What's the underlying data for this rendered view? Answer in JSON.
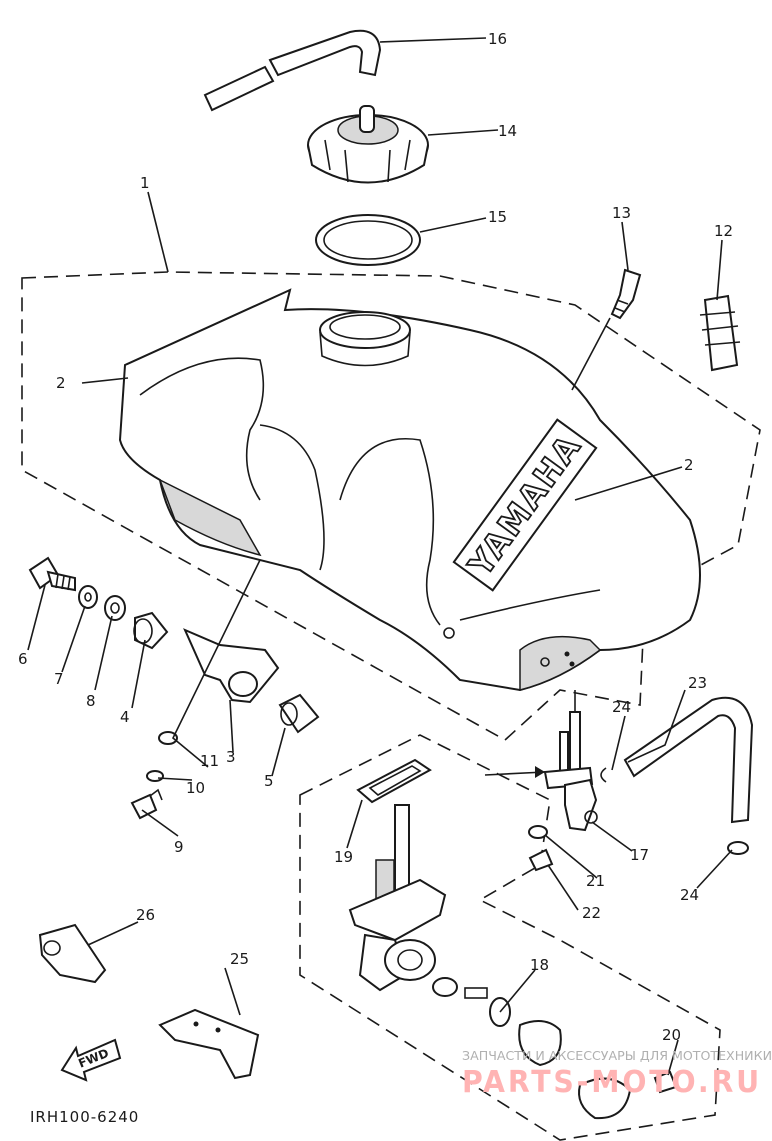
{
  "diagram_code": "IRH100-6240",
  "brand_text": "YAMAHA",
  "fwd_label": "FWD",
  "watermark": {
    "line1": "ЗАПЧАСТИ И АКСЕССУАРЫ ДЛЯ МОТОТЕХНИКИ",
    "line2": "PARTS-MOTO.RU"
  },
  "callouts": [
    {
      "id": "1",
      "part": "fuel tank assembly"
    },
    {
      "id": "2",
      "part": "emblem"
    },
    {
      "id": "2",
      "part": "emblem"
    },
    {
      "id": "3",
      "part": "bracket"
    },
    {
      "id": "4",
      "part": "damper"
    },
    {
      "id": "5",
      "part": "collar"
    },
    {
      "id": "6",
      "part": "bolt"
    },
    {
      "id": "7",
      "part": "washer"
    },
    {
      "id": "8",
      "part": "washer"
    },
    {
      "id": "9",
      "part": "screw"
    },
    {
      "id": "10",
      "part": "washer"
    },
    {
      "id": "11",
      "part": "clip"
    },
    {
      "id": "12",
      "part": "damper"
    },
    {
      "id": "13",
      "part": "bolt"
    },
    {
      "id": "14",
      "part": "tank cap"
    },
    {
      "id": "15",
      "part": "gasket"
    },
    {
      "id": "16",
      "part": "breather hose"
    },
    {
      "id": "17",
      "part": "fuel cock"
    },
    {
      "id": "18",
      "part": "o-ring"
    },
    {
      "id": "19",
      "part": "gasket"
    },
    {
      "id": "20",
      "part": "screw"
    },
    {
      "id": "21",
      "part": "washer"
    },
    {
      "id": "22",
      "part": "screw"
    },
    {
      "id": "23",
      "part": "fuel hose"
    },
    {
      "id": "24",
      "part": "clip"
    },
    {
      "id": "24",
      "part": "clip"
    },
    {
      "id": "25",
      "part": "bracket"
    },
    {
      "id": "26",
      "part": "damper"
    }
  ]
}
